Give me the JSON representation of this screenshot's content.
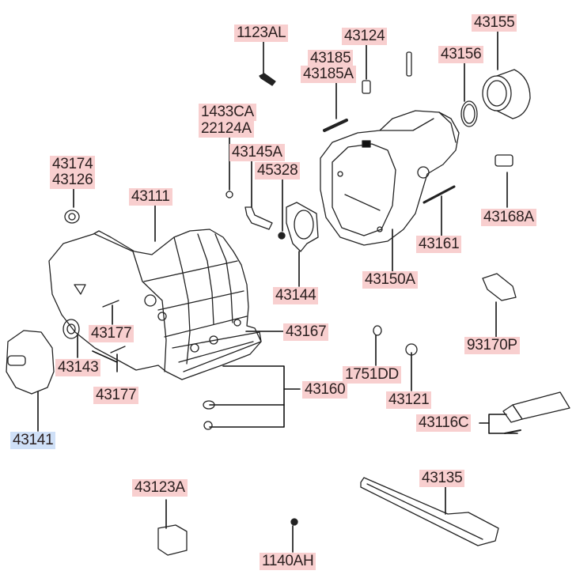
{
  "diagram": {
    "highlight_color": "#f8cfcf",
    "selected_color": "#cfe0f7",
    "selected_part": "43141",
    "parts": {
      "p1123AL": "1123AL",
      "p43124": "43124",
      "p43155": "43155",
      "p43185": "43185",
      "p43185A": "43185A",
      "p43156": "43156",
      "p1433CA": "1433CA",
      "p22124A": "22124A",
      "p43145A": "43145A",
      "p45328": "45328",
      "p43174": "43174",
      "p43126": "43126",
      "p43111": "43111",
      "p43168A": "43168A",
      "p43161": "43161",
      "p43144": "43144",
      "p43150A": "43150A",
      "p93170P": "93170P",
      "p43177a": "43177",
      "p43167": "43167",
      "p43143": "43143",
      "p1751DD": "1751DD",
      "p43160": "43160",
      "p43177b": "43177",
      "p43121": "43121",
      "p43116C": "43116C",
      "p43141": "43141",
      "p43123A": "43123A",
      "p43135": "43135",
      "p1140AH": "1140AH"
    }
  }
}
